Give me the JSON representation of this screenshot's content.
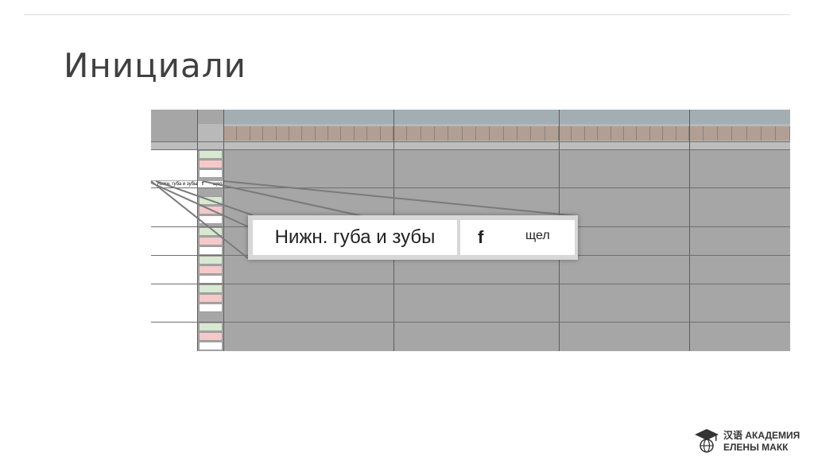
{
  "slide": {
    "title": "Инициали"
  },
  "table": {
    "mini_row": {
      "label": "Нижн. губа и зубы",
      "letter": "f",
      "type": "щел"
    }
  },
  "callout": {
    "label": "Нижн. губа и зубы",
    "letter": "f",
    "type": "щел"
  },
  "logo": {
    "chinese": "汉语",
    "line1": "АКАДЕМИЯ",
    "line2": "ЕЛЕНЫ МАКК"
  },
  "colors": {
    "header_blue": "#a2aeb2",
    "tone_brown": "#b09f92",
    "cell_gray": "#a6a6a6",
    "green": "#d9e8d0",
    "pink": "#f5c9c9"
  }
}
